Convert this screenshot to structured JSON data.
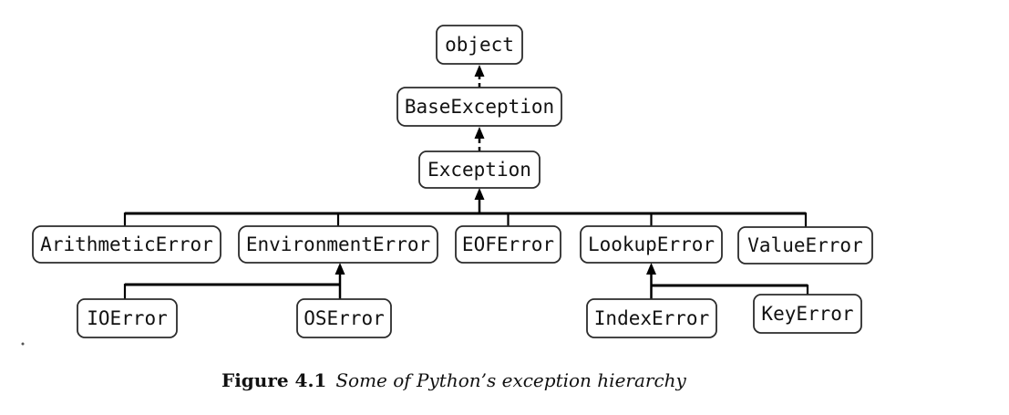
{
  "figure": {
    "type": "class-hierarchy-diagram",
    "colors": {
      "background": "#ffffff",
      "box_fill": "#ffffff",
      "box_border": "#2b2b2b",
      "line": "#000000",
      "text": "#111111"
    },
    "nodes": {
      "object": {
        "label": "object"
      },
      "base_exception": {
        "label": "BaseException"
      },
      "exception": {
        "label": "Exception"
      },
      "arithmetic_error": {
        "label": "ArithmeticError"
      },
      "environment_error": {
        "label": "EnvironmentError"
      },
      "eof_error": {
        "label": "EOFError"
      },
      "lookup_error": {
        "label": "LookupError"
      },
      "value_error": {
        "label": "ValueError"
      },
      "io_error": {
        "label": "IOError"
      },
      "os_error": {
        "label": "OSError"
      },
      "index_error": {
        "label": "IndexError"
      },
      "key_error": {
        "label": "KeyError"
      }
    },
    "edges": [
      {
        "child": "BaseException",
        "parent": "object",
        "style": "dashed-arrow"
      },
      {
        "child": "Exception",
        "parent": "BaseException",
        "style": "dashed-arrow"
      },
      {
        "child": "ArithmeticError",
        "parent": "Exception",
        "style": "solid"
      },
      {
        "child": "EnvironmentError",
        "parent": "Exception",
        "style": "solid"
      },
      {
        "child": "EOFError",
        "parent": "Exception",
        "style": "solid"
      },
      {
        "child": "LookupError",
        "parent": "Exception",
        "style": "solid"
      },
      {
        "child": "ValueError",
        "parent": "Exception",
        "style": "solid"
      },
      {
        "child": "IOError",
        "parent": "EnvironmentError",
        "style": "solid"
      },
      {
        "child": "OSError",
        "parent": "EnvironmentError",
        "style": "solid-arrow"
      },
      {
        "child": "IndexError",
        "parent": "LookupError",
        "style": "solid-arrow"
      },
      {
        "child": "KeyError",
        "parent": "LookupError",
        "style": "solid"
      }
    ]
  },
  "caption": {
    "label": "Figure 4.1",
    "text": "Some of Python’s exception hierarchy"
  }
}
